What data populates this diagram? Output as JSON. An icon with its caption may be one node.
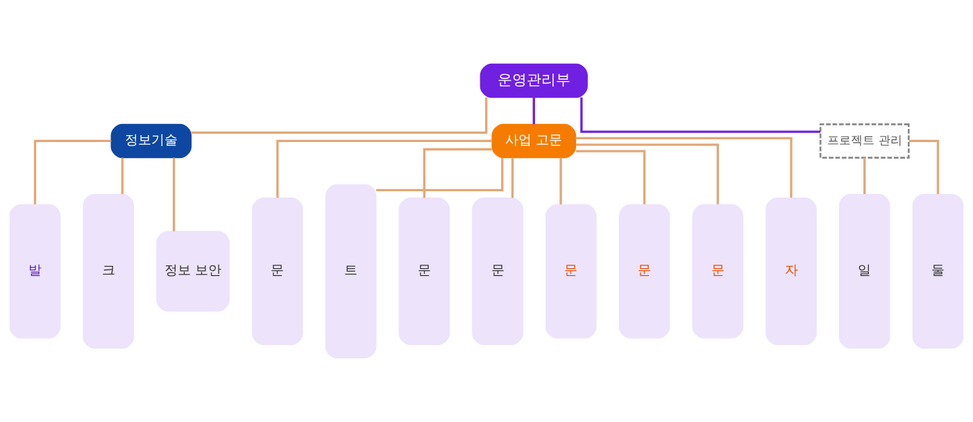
{
  "diagram": {
    "nodes": [
      {
        "text": [
          "운영관리부"
        ]
      },
      {
        "text": [
          "정보기술"
        ]
      },
      {
        "text": [
          "사업 고문"
        ]
      },
      {
        "text": [
          "프로젝트 관리"
        ]
      },
      {
        "text": [
          "발"
        ]
      },
      {
        "text": [
          "크"
        ]
      },
      {
        "text": [
          "정보 보안"
        ]
      },
      {
        "text": [
          "문"
        ]
      },
      {
        "text": [
          "트"
        ]
      },
      {
        "text": [
          "문"
        ]
      },
      {
        "text": [
          "문"
        ]
      },
      {
        "text": [
          "문"
        ]
      },
      {
        "text": [
          "문"
        ]
      },
      {
        "text": [
          "문"
        ]
      },
      {
        "text": [
          "자"
        ]
      },
      {
        "text": [
          "일"
        ]
      },
      {
        "text": [
          "둘"
        ]
      }
    ],
    "edges": [
      {
        "from": 0,
        "to": 1,
        "arrow": "none"
      },
      {
        "from": 0,
        "to": 2,
        "arrow": "none",
        "color": "#7020e0"
      },
      {
        "from": 0,
        "to": 3,
        "arrow": "none",
        "color": "#7020e0"
      },
      {
        "from": 1,
        "to": 4,
        "arrow": "none"
      },
      {
        "from": 1,
        "to": 5,
        "arrow": "none"
      },
      {
        "from": 1,
        "to": 6,
        "arrow": "none"
      },
      {
        "from": 2,
        "to": 7,
        "arrow": "none"
      },
      {
        "from": 2,
        "to": 8,
        "arrow": "none"
      },
      {
        "from": 2,
        "to": 9,
        "arrow": "none"
      },
      {
        "from": 2,
        "to": 10,
        "arrow": "none"
      },
      {
        "from": 2,
        "to": 11,
        "arrow": "none"
      },
      {
        "from": 2,
        "to": 12,
        "arrow": "none"
      },
      {
        "from": 2,
        "to": 13,
        "arrow": "none"
      },
      {
        "from": 2,
        "to": 14,
        "arrow": "none"
      },
      {
        "from": 3,
        "to": 15,
        "arrow": "none"
      },
      {
        "from": 3,
        "to": 16,
        "arrow": "none"
      }
    ]
  }
}
